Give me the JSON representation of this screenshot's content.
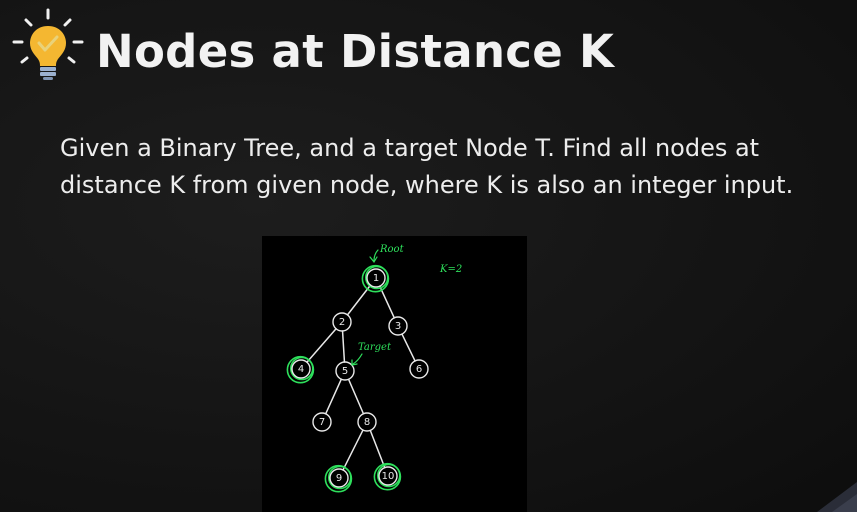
{
  "slide": {
    "title": "Nodes at Distance K",
    "description": "Given a Binary Tree, and a target Node T. Find all nodes at distance K from given node, where K is also an integer input.",
    "title_icon": "lightbulb-icon"
  },
  "diagram": {
    "root_annotation": "Root",
    "target_annotation": "Target",
    "k_annotation": "K=2",
    "nodes": [
      {
        "id": "1",
        "highlighted": true
      },
      {
        "id": "2",
        "highlighted": false
      },
      {
        "id": "3",
        "highlighted": false
      },
      {
        "id": "4",
        "highlighted": true
      },
      {
        "id": "5",
        "highlighted": false
      },
      {
        "id": "6",
        "highlighted": false
      },
      {
        "id": "7",
        "highlighted": false
      },
      {
        "id": "8",
        "highlighted": false
      },
      {
        "id": "9",
        "highlighted": true
      },
      {
        "id": "10",
        "highlighted": true
      }
    ],
    "edges": [
      [
        "1",
        "2"
      ],
      [
        "1",
        "3"
      ],
      [
        "2",
        "4"
      ],
      [
        "2",
        "5"
      ],
      [
        "3",
        "6"
      ],
      [
        "5",
        "7"
      ],
      [
        "5",
        "8"
      ],
      [
        "8",
        "9"
      ],
      [
        "8",
        "10"
      ]
    ]
  },
  "colors": {
    "background": "#141414",
    "text": "#ededed",
    "highlight": "#2ee05c",
    "bulb": "#f4b731"
  }
}
